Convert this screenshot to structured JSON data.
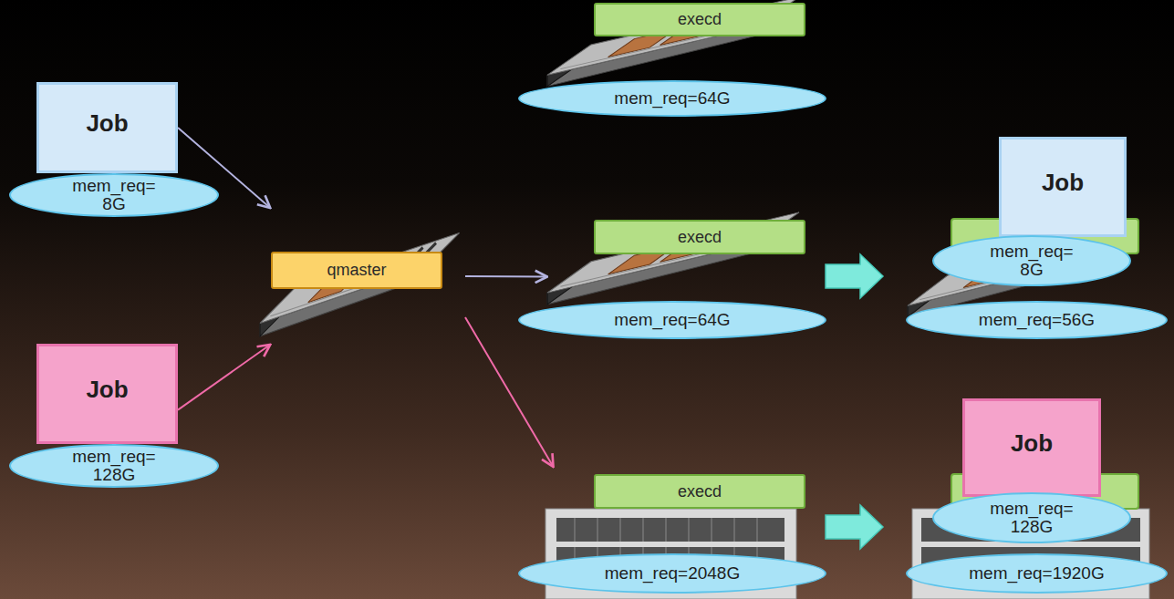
{
  "diagram": {
    "nodes": [
      {
        "text": [
          "Job"
        ]
      },
      {
        "text": [
          "mem_req= 8G"
        ]
      },
      {
        "text": [
          "Job"
        ]
      },
      {
        "text": [
          "mem_req= 128G"
        ]
      },
      {
        "text": [
          "qmaster"
        ]
      },
      {
        "text": [
          "execd"
        ]
      },
      {
        "text": [
          "mem_req=64G"
        ]
      },
      {
        "text": [
          "execd"
        ]
      },
      {
        "text": [
          "mem_req=64G"
        ]
      },
      {
        "text": [
          "execd"
        ]
      },
      {
        "text": [
          "mem_req=2048G"
        ]
      },
      {
        "text": [
          "Job"
        ]
      },
      {
        "text": [
          "mem_req= 8G"
        ]
      },
      {
        "text": [
          "mem_req=56G"
        ]
      },
      {
        "text": [
          "Job"
        ]
      },
      {
        "text": [
          "mem_req= 128G"
        ]
      },
      {
        "text": [
          "mem_req=1920G"
        ]
      }
    ],
    "edges": [
      {
        "from": 0,
        "to": 4,
        "arrow": "to"
      },
      {
        "from": 2,
        "to": 4,
        "arrow": "to"
      },
      {
        "from": 4,
        "to": 7,
        "arrow": "to"
      },
      {
        "from": 4,
        "to": 9,
        "arrow": "to"
      }
    ]
  }
}
